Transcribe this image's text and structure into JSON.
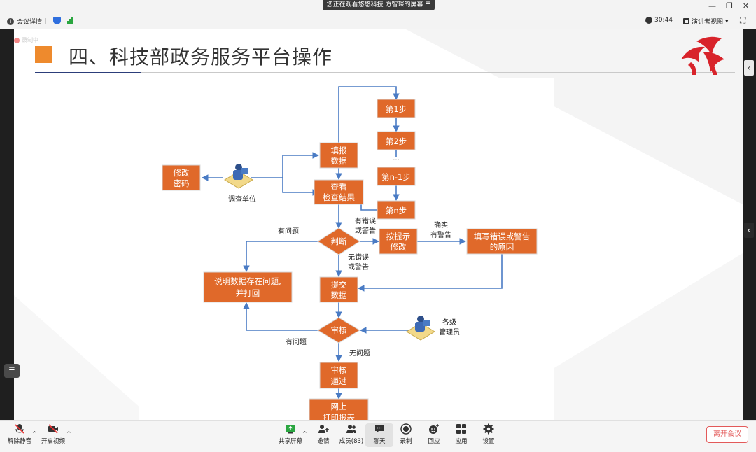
{
  "window": {
    "share_banner": "您正在观看悠悠科技 方智琛的屏幕",
    "share_banner_icon": "menu-icon",
    "meeting_info_label": "会议详情",
    "timer": "30:44",
    "presenter_view_label": "演讲者视图",
    "controls": [
      "—",
      "❐",
      "✕"
    ]
  },
  "slide": {
    "recording_label": "录制中",
    "title": "四、科技部政务服务平台操作",
    "accent_color": "#ee8a2d",
    "logo": "red-ribbon-logo"
  },
  "flowchart": {
    "node_color": "#e0692a",
    "arrow_color": "#4a7bc4",
    "nodes": {
      "step1": "第1步",
      "step2": "第2步",
      "ellipsis": "...",
      "step_n1": "第n-1步",
      "step_n": "第n步",
      "fill_line1": "填报",
      "fill_line2": "数据",
      "check_line1": "查看",
      "check_line2": "检查结果",
      "pwd_line1": "修改",
      "pwd_line2": "密码",
      "survey_unit": "调查单位",
      "judge": "判断",
      "modify_line1": "按提示",
      "modify_line2": "修改",
      "reason_line1": "填写错误或警告",
      "reason_line2": "的原因",
      "explain_line1": "说明数据存在问题,",
      "explain_line2": "并打回",
      "submit_line1": "提交",
      "submit_line2": "数据",
      "review": "审核",
      "admin_line1": "各级",
      "admin_line2": "管理员",
      "passed_line1": "审核",
      "passed_line2": "通过",
      "print_line1": "网上",
      "print_line2": "打印报表"
    },
    "labels": {
      "has_issue_top": "有问题",
      "has_error_line1": "有错误",
      "has_error_line2": "或警告",
      "confirm_line1": "确实",
      "confirm_line2": "有警告",
      "no_error_line1": "无错误",
      "no_error_line2": "或警告",
      "has_issue_bottom": "有问题",
      "no_issue": "无问题"
    }
  },
  "toolbar": {
    "items": [
      {
        "label": "解除静音",
        "icon": "mic-muted-icon"
      },
      {
        "label": "开启视频",
        "icon": "video-off-icon"
      },
      {
        "label": "共享屏幕",
        "icon": "share-screen-icon"
      },
      {
        "label": "邀请",
        "icon": "invite-icon"
      },
      {
        "label": "成员(83)",
        "icon": "members-icon"
      },
      {
        "label": "聊天",
        "icon": "chat-icon"
      },
      {
        "label": "录制",
        "icon": "record-icon"
      },
      {
        "label": "回应",
        "icon": "reaction-icon"
      },
      {
        "label": "应用",
        "icon": "apps-icon"
      },
      {
        "label": "设置",
        "icon": "settings-icon"
      }
    ],
    "leave_label": "离开会议"
  }
}
